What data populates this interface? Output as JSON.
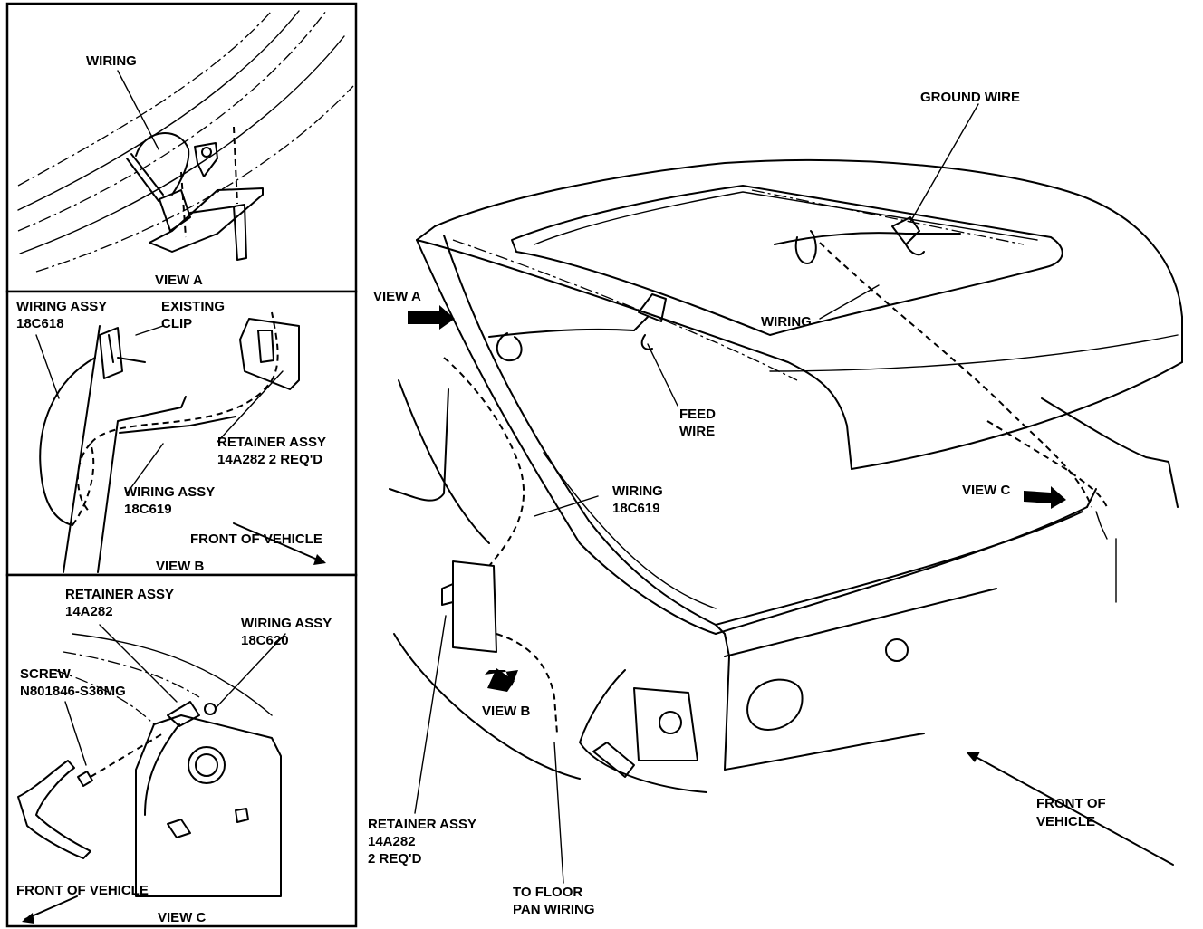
{
  "view_a": {
    "wiring": "WIRING",
    "caption": "VIEW A"
  },
  "view_b": {
    "wiring_assy_top": "WIRING ASSY",
    "wiring_assy_top_part": "18C618",
    "existing_clip_1": "EXISTING",
    "existing_clip_2": "CLIP",
    "retainer_assy": "RETAINER ASSY",
    "retainer_assy_part": "14A282 2 REQ'D",
    "wiring_assy_lower": "WIRING ASSY",
    "wiring_assy_lower_part": "18C619",
    "front_of_vehicle": "FRONT OF VEHICLE",
    "caption": "VIEW B"
  },
  "view_c": {
    "retainer_assy": "RETAINER ASSY",
    "retainer_assy_part": "14A282",
    "wiring_assy": "WIRING ASSY",
    "wiring_assy_part": "18C620",
    "screw": "SCREW",
    "screw_part": "N801846-S36MG",
    "front_of_vehicle": "FRONT OF VEHICLE",
    "caption": "VIEW C"
  },
  "main": {
    "ground_wire": "GROUND WIRE",
    "view_a": "VIEW A",
    "wiring": "WIRING",
    "feed_wire_1": "FEED",
    "feed_wire_2": "WIRE",
    "wiring_18c619_1": "WIRING",
    "wiring_18c619_2": "18C619",
    "view_c": "VIEW C",
    "view_b": "VIEW B",
    "retainer_1": "RETAINER ASSY",
    "retainer_2": "14A282",
    "retainer_3": "2 REQ'D",
    "floor_pan_1": "TO FLOOR",
    "floor_pan_2": "PAN WIRING",
    "front_1": "FRONT OF",
    "front_2": "VEHICLE"
  }
}
